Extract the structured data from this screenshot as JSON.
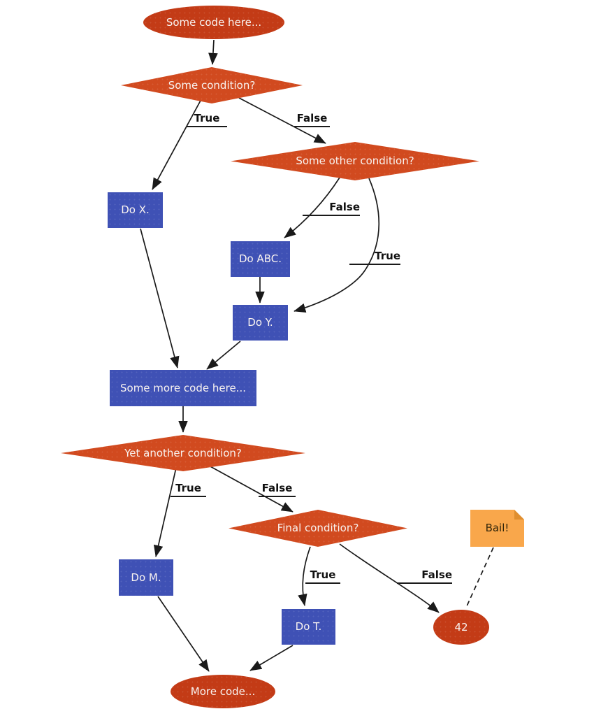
{
  "diagram": {
    "kind": "flowchart",
    "colors": {
      "terminal_fill": "#c33b16",
      "decision_fill": "#d14a1f",
      "process_fill": "#3f51b5",
      "note_fill": "#f9a74b",
      "node_text": "#f9f3f0",
      "note_text": "#33260a",
      "edge_stroke": "#1a1a1a",
      "edge_label_text": "#111111",
      "background": "#ffffff"
    },
    "nodes": {
      "start": {
        "label": "Some code here...",
        "type": "terminal"
      },
      "cond1": {
        "label": "Some condition?",
        "type": "decision"
      },
      "cond2": {
        "label": "Some other condition?",
        "type": "decision"
      },
      "do_x": {
        "label": "Do X.",
        "type": "process"
      },
      "do_abc": {
        "label": "Do ABC.",
        "type": "process"
      },
      "do_y": {
        "label": "Do Y.",
        "type": "process"
      },
      "more": {
        "label": "Some more code here...",
        "type": "process"
      },
      "cond3": {
        "label": "Yet another condition?",
        "type": "decision"
      },
      "cond4": {
        "label": "Final condition?",
        "type": "decision"
      },
      "do_m": {
        "label": "Do M.",
        "type": "process"
      },
      "do_t": {
        "label": "Do T.",
        "type": "process"
      },
      "bail": {
        "label": "Bail!",
        "type": "note"
      },
      "n42": {
        "label": "42",
        "type": "terminal"
      },
      "end": {
        "label": "More code...",
        "type": "terminal"
      }
    },
    "edge_labels": {
      "cond1_true": "True",
      "cond1_false": "False",
      "cond2_false": "False",
      "cond2_true": "True",
      "cond3_true": "True",
      "cond3_false": "False",
      "cond4_true": "True",
      "cond4_false": "False"
    }
  }
}
